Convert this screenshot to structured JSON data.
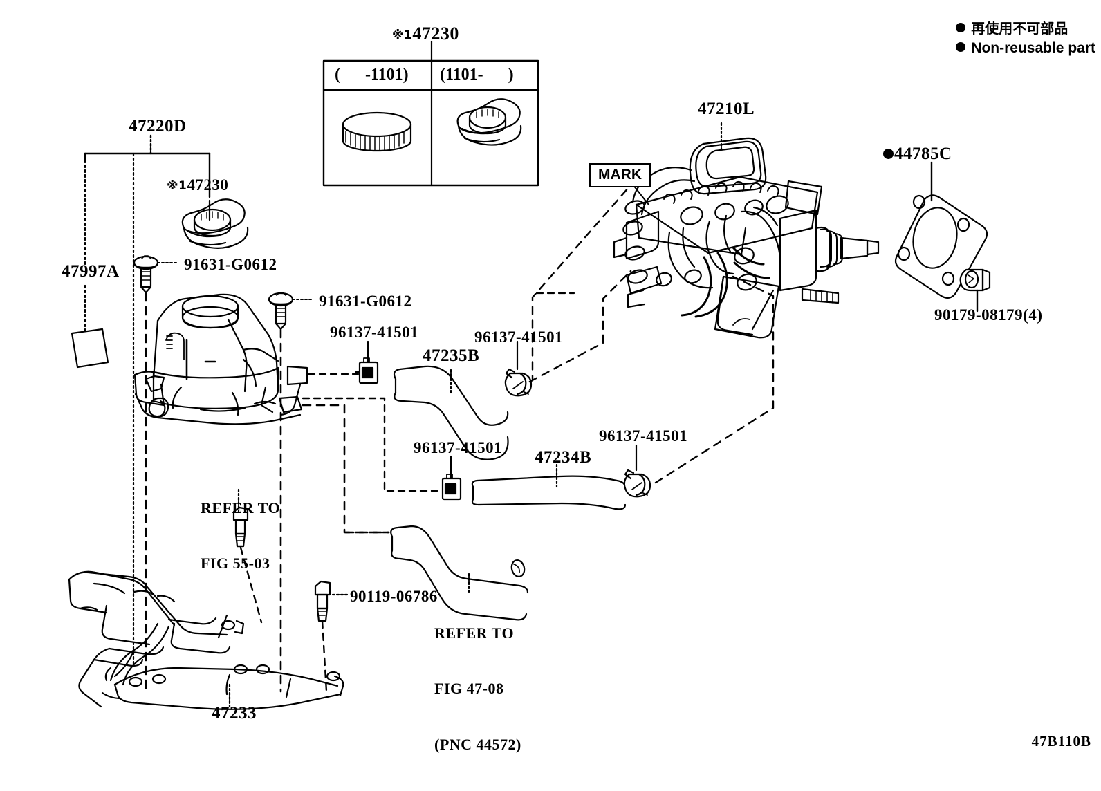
{
  "figure": {
    "code": "47B110B",
    "title_part": "※147230"
  },
  "legend": {
    "japanese": "再使用不可部品",
    "english": "Non-reusable part"
  },
  "inset": {
    "header_label": "※147230",
    "columns": [
      {
        "label": "(      -1101)",
        "icon": "reservoir-cap-ribbed-icon"
      },
      {
        "label": "(1101-      )",
        "icon": "reservoir-cap-lever-icon"
      }
    ]
  },
  "callouts": {
    "mark": "MARK"
  },
  "parts": [
    {
      "id": "p-47220d",
      "label": "47220D",
      "name": "reservoir-assembly"
    },
    {
      "id": "p-47997a",
      "label": "47997A",
      "name": "caution-label-plate"
    },
    {
      "id": "p-147230",
      "label": "※147230",
      "name": "reservoir-cap"
    },
    {
      "id": "p-91631a",
      "label": "91631-G0612",
      "name": "screw-upper-left"
    },
    {
      "id": "p-91631b",
      "label": "91631-G0612",
      "name": "screw-upper-right"
    },
    {
      "id": "p-96137a",
      "label": "96137-41501",
      "name": "hose-clamp-a"
    },
    {
      "id": "p-96137b",
      "label": "96137-41501",
      "name": "hose-clamp-b"
    },
    {
      "id": "p-96137c",
      "label": "96137-41501",
      "name": "hose-clamp-c"
    },
    {
      "id": "p-96137d",
      "label": "96137-41501",
      "name": "hose-clamp-d"
    },
    {
      "id": "p-47235b",
      "label": "47235B",
      "name": "reservoir-hose-upper"
    },
    {
      "id": "p-47234b",
      "label": "47234B",
      "name": "reservoir-hose-lower"
    },
    {
      "id": "p-47233",
      "label": "47233",
      "name": "reservoir-bracket"
    },
    {
      "id": "p-47210l",
      "label": "47210L",
      "name": "brake-actuator-assembly"
    },
    {
      "id": "p-44785c",
      "label": "44785C",
      "name": "gasket",
      "bullet": true
    },
    {
      "id": "p-90179",
      "label": "90179-08179(4)",
      "name": "nut"
    },
    {
      "id": "p-90119",
      "label": "90119-06786",
      "name": "bolt"
    }
  ],
  "references": [
    {
      "id": "r-5503",
      "lines": [
        "REFER TO",
        "FIG 55-03"
      ],
      "name": "refer-fig-55-03"
    },
    {
      "id": "r-4708",
      "lines": [
        "REFER TO",
        "FIG 47-08",
        "(PNC 44572)"
      ],
      "name": "refer-fig-47-08"
    }
  ],
  "colors": {
    "ink": "#000000",
    "paper": "#ffffff"
  }
}
